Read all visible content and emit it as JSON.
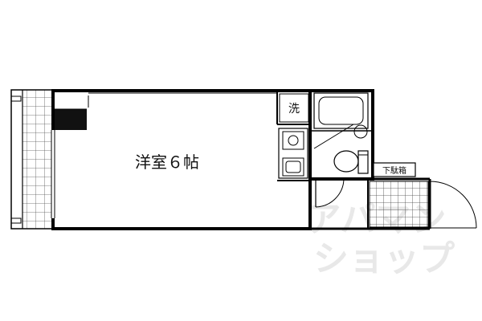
{
  "floor_plan": {
    "room_label": "洋室６帖",
    "washer_label": "洗",
    "shoe_box_label": "下駄箱",
    "watermark": {
      "line1": "アパマン",
      "line2": "ショップ"
    }
  }
}
